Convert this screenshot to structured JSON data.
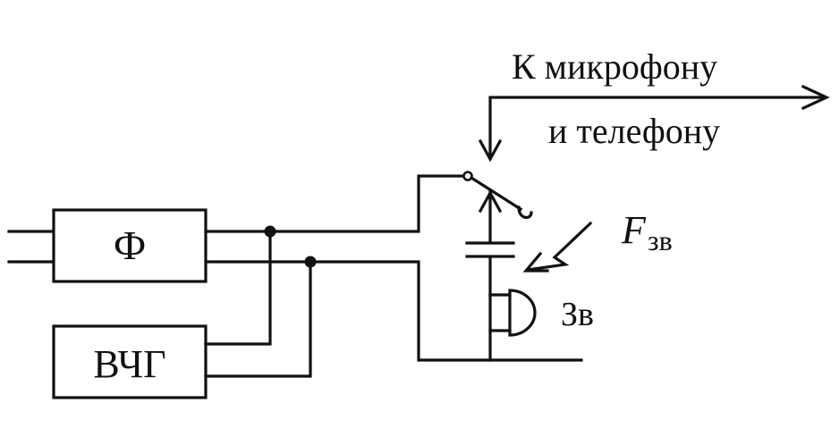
{
  "diagram": {
    "blocks": {
      "filter": "Ф",
      "hf_generator": "ВЧГ"
    },
    "labels": {
      "to_mic_line1": "К микрофону",
      "to_mic_line2": "и телефону",
      "sound_freq_symbol": "F",
      "sound_freq_sub": "зв",
      "bell": "Зв"
    }
  }
}
